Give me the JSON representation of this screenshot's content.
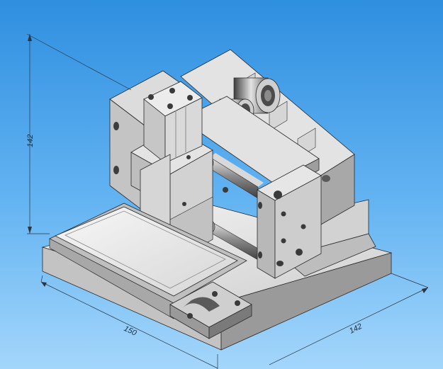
{
  "dimensions": {
    "height": "142",
    "width_left": "150",
    "width_right": "142"
  },
  "colors": {
    "background_top": "#2f8fe0",
    "background_bottom": "#a4d6fb",
    "metal_light": "#ececec",
    "metal_mid": "#c9c9c9",
    "metal_dark": "#8f8f8f",
    "rod": "#6c6c6c",
    "dimension_line": "#2b3642"
  }
}
